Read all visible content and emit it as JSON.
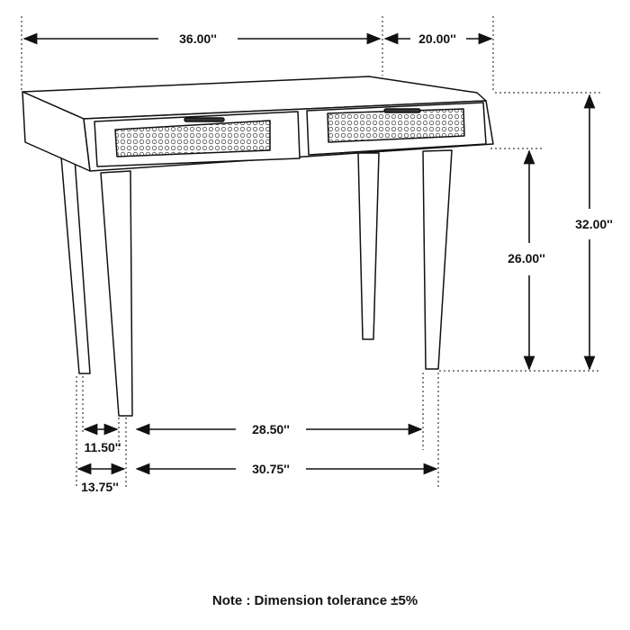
{
  "dimensions": {
    "width": "36.00''",
    "depth": "20.00''",
    "height": "32.00''",
    "leg_height": "26.00''",
    "inner_depth_legs": "11.50''",
    "outer_depth_legs": "13.75''",
    "inner_width_legs": "28.50''",
    "outer_width_legs": "30.75''"
  },
  "note": "Note : Dimension tolerance ±5%"
}
